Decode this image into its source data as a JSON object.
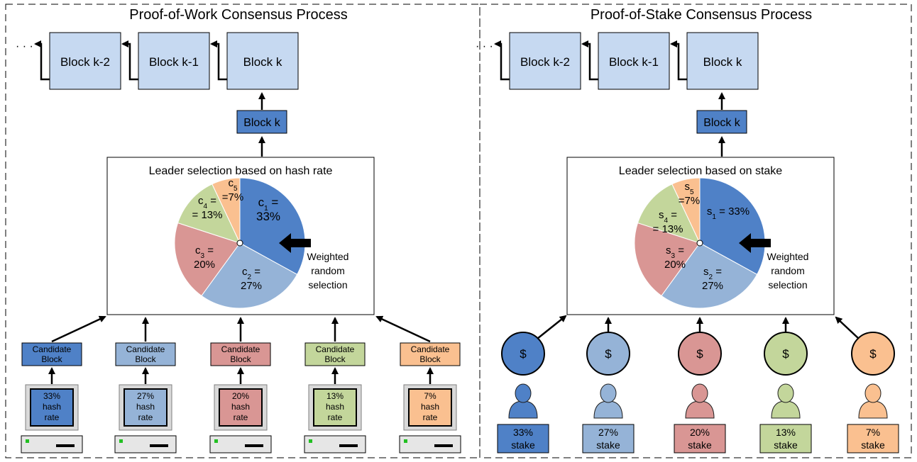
{
  "colors": {
    "c1": "#4f81c7",
    "c2": "#95b3d7",
    "c3": "#d99694",
    "c4": "#c3d69b",
    "c5": "#fac090",
    "block": "#c6d9f1",
    "block_dark": "#4f81c7",
    "stroke": "#000000"
  },
  "pow": {
    "title": "Proof-of-Work Consensus Process",
    "ellipsis": "· · ·",
    "chain": [
      "Block k-2",
      "Block k-1",
      "Block k"
    ],
    "selected_block": "Block k",
    "leader_title": "Leader selection based on hash rate",
    "selection_label": [
      "Weighted",
      "random",
      "selection"
    ],
    "slices": [
      {
        "key": "c1",
        "sub": "1",
        "pct": 33,
        "pct_text": "33%"
      },
      {
        "key": "c2",
        "sub": "2",
        "pct": 27,
        "pct_text": "27%"
      },
      {
        "key": "c3",
        "sub": "3",
        "pct": 20,
        "pct_text": "20%"
      },
      {
        "key": "c4",
        "sub": "4",
        "pct": 13,
        "pct_text": "13%"
      },
      {
        "key": "c5",
        "sub": "5",
        "pct": 7,
        "pct_text": "=7%"
      }
    ],
    "candidate_label": [
      "Candidate",
      "Block"
    ],
    "miners": [
      {
        "text": [
          "33%",
          "hash",
          "rate"
        ]
      },
      {
        "text": [
          "27%",
          "hash",
          "rate"
        ]
      },
      {
        "text": [
          "20%",
          "hash",
          "rate"
        ]
      },
      {
        "text": [
          "13%",
          "hash",
          "rate"
        ]
      },
      {
        "text": [
          "7%",
          "hash",
          "rate"
        ]
      }
    ]
  },
  "pos": {
    "title": "Proof-of-Stake Consensus Process",
    "ellipsis": "· · ·",
    "chain": [
      "Block k-2",
      "Block k-1",
      "Block k"
    ],
    "selected_block": "Block k",
    "leader_title": "Leader selection based on stake",
    "selection_label": [
      "Weighted",
      "random",
      "selection"
    ],
    "slices": [
      {
        "key": "s1",
        "sub": "1",
        "pct": 33,
        "pct_text": "33%"
      },
      {
        "key": "s2",
        "sub": "2",
        "pct": 27,
        "pct_text": "27%"
      },
      {
        "key": "s3",
        "sub": "3",
        "pct": 20,
        "pct_text": "20%"
      },
      {
        "key": "s4",
        "sub": "4",
        "pct": 13,
        "pct_text": "13%"
      },
      {
        "key": "s5",
        "sub": "5",
        "pct": 7,
        "pct_text": "=7%"
      }
    ],
    "coin_symbol": "$",
    "stakers": [
      {
        "text": [
          "33%",
          "stake"
        ]
      },
      {
        "text": [
          "27%",
          "stake"
        ]
      },
      {
        "text": [
          "20%",
          "stake"
        ]
      },
      {
        "text": [
          "13%",
          "stake"
        ]
      },
      {
        "text": [
          "7%",
          "stake"
        ]
      }
    ]
  }
}
